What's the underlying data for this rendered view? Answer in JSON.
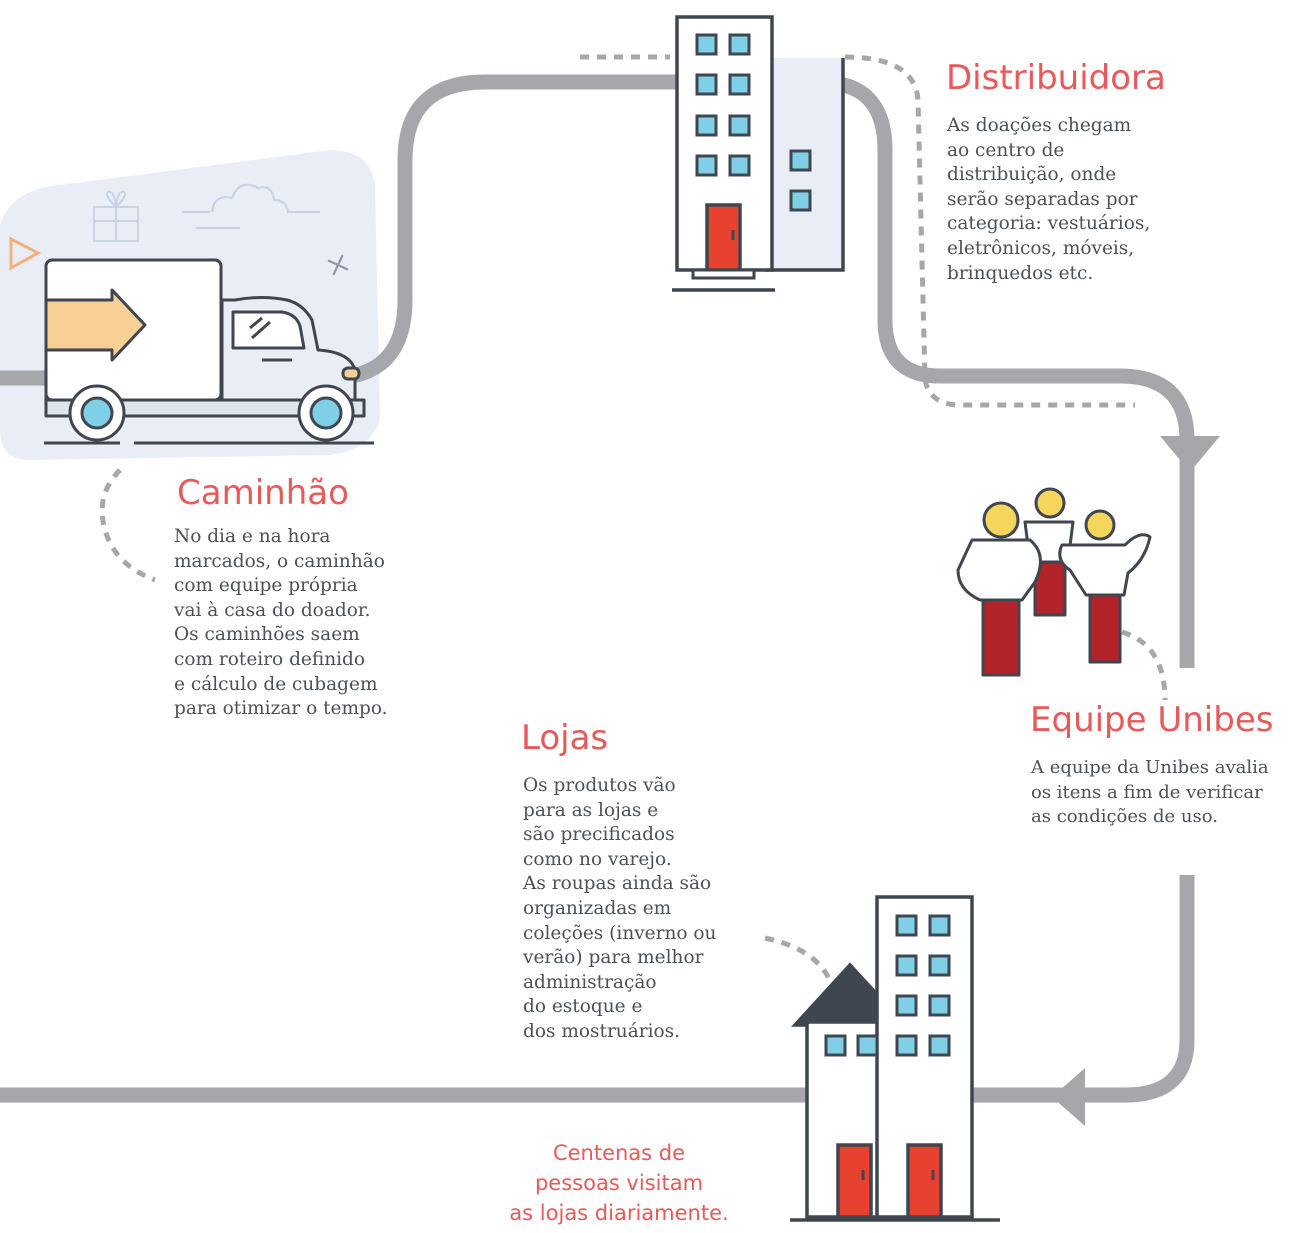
{
  "steps": {
    "caminhao": {
      "title": "Caminhão",
      "lines": [
        "No dia e na hora",
        "marcados, o caminhão",
        "com equipe própria",
        "vai à casa do doador.",
        "Os caminhões saem",
        "com roteiro definido",
        "e cálculo de cubagem",
        "para otimizar o tempo."
      ]
    },
    "distribuidora": {
      "title": "Distribuidora",
      "lines": [
        "As doações chegam",
        "ao centro de",
        "distribuição, onde",
        "serão separadas por",
        "categoria: vestuários,",
        "eletrônicos, móveis,",
        "brinquedos etc."
      ]
    },
    "equipe": {
      "title": "Equipe Unibes",
      "lines": [
        "A equipe da Unibes avalia",
        "os itens a fim de verificar",
        "as condições de uso."
      ]
    },
    "lojas": {
      "title": "Lojas",
      "lines": [
        "Os produtos vão",
        "para as lojas e",
        "são precificados",
        "como no varejo.",
        "As roupas ainda são",
        "organizadas em",
        "coleções (inverno ou",
        "verão) para melhor",
        "administração",
        "do estoque e",
        "dos mostruários."
      ]
    }
  },
  "footer_note": {
    "lines": [
      "Centenas de",
      "pessoas visitam",
      "as lojas diariamente."
    ]
  },
  "colors": {
    "accent": "#e8595a",
    "path": "#a6a7aa",
    "outline": "#3f4650",
    "window": "#7fd0e6",
    "door": "#e8412f",
    "pants": "#b3242a",
    "head": "#f6d55c",
    "arrow": "#f8cf95"
  }
}
